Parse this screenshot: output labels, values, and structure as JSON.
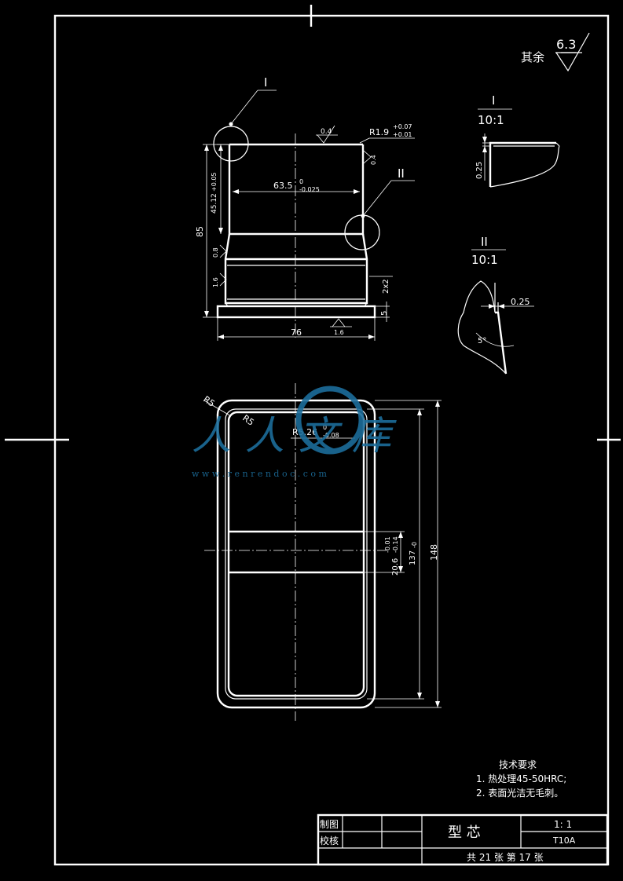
{
  "roughness": {
    "label": "其余",
    "value": "6.3"
  },
  "detail_I": {
    "label": "I",
    "scale": "10:1",
    "dim": "0.25"
  },
  "detail_II": {
    "label": "II",
    "scale": "10:1",
    "dim": "0.25",
    "angle": "5°"
  },
  "front_view": {
    "callout_I": "I",
    "callout_II": "II",
    "rough_top": "0.4",
    "radius_main": "R1.9",
    "radius_tol_upper": "+0.07",
    "radius_tol_lower": "+0.01",
    "rough_right": "0.4",
    "width_main": "63.5",
    "width_tol_upper": "0",
    "width_tol_lower": "-0.025",
    "height_left": "45.12",
    "height_left_tol": "+0.05",
    "height_total": "85",
    "rough_left1": "0.8",
    "rough_left2": "1.6",
    "chamfer": "2x2",
    "base_height": "5",
    "base_width": "76",
    "rough_bottom": "1.6"
  },
  "top_view": {
    "r5_a": "R5",
    "r5_b": "R5",
    "radius_inner": "R5.26",
    "radius_inner_tol_upper": "0",
    "radius_inner_tol_lower": "-0.08",
    "width_inner": "20.6",
    "width_inner_tol_upper": "-0.01",
    "width_inner_tol_lower": "-0.14",
    "length_inner": "137",
    "length_inner_tol": "-0",
    "length_outer": "148"
  },
  "watermark": {
    "brand": "人人文库",
    "url": "w w w . r e n r e n d o c . c o m"
  },
  "tech_requirements": {
    "title": "技术要求",
    "items": [
      "1. 热处理45-50HRC;",
      "2. 表面光洁无毛刺。"
    ]
  },
  "title_block": {
    "drawn": "制图",
    "checked": "校核",
    "part_name": "型 芯",
    "scale": "1: 1",
    "material": "T10A",
    "sheets": "共 21 张  第 17 张"
  }
}
